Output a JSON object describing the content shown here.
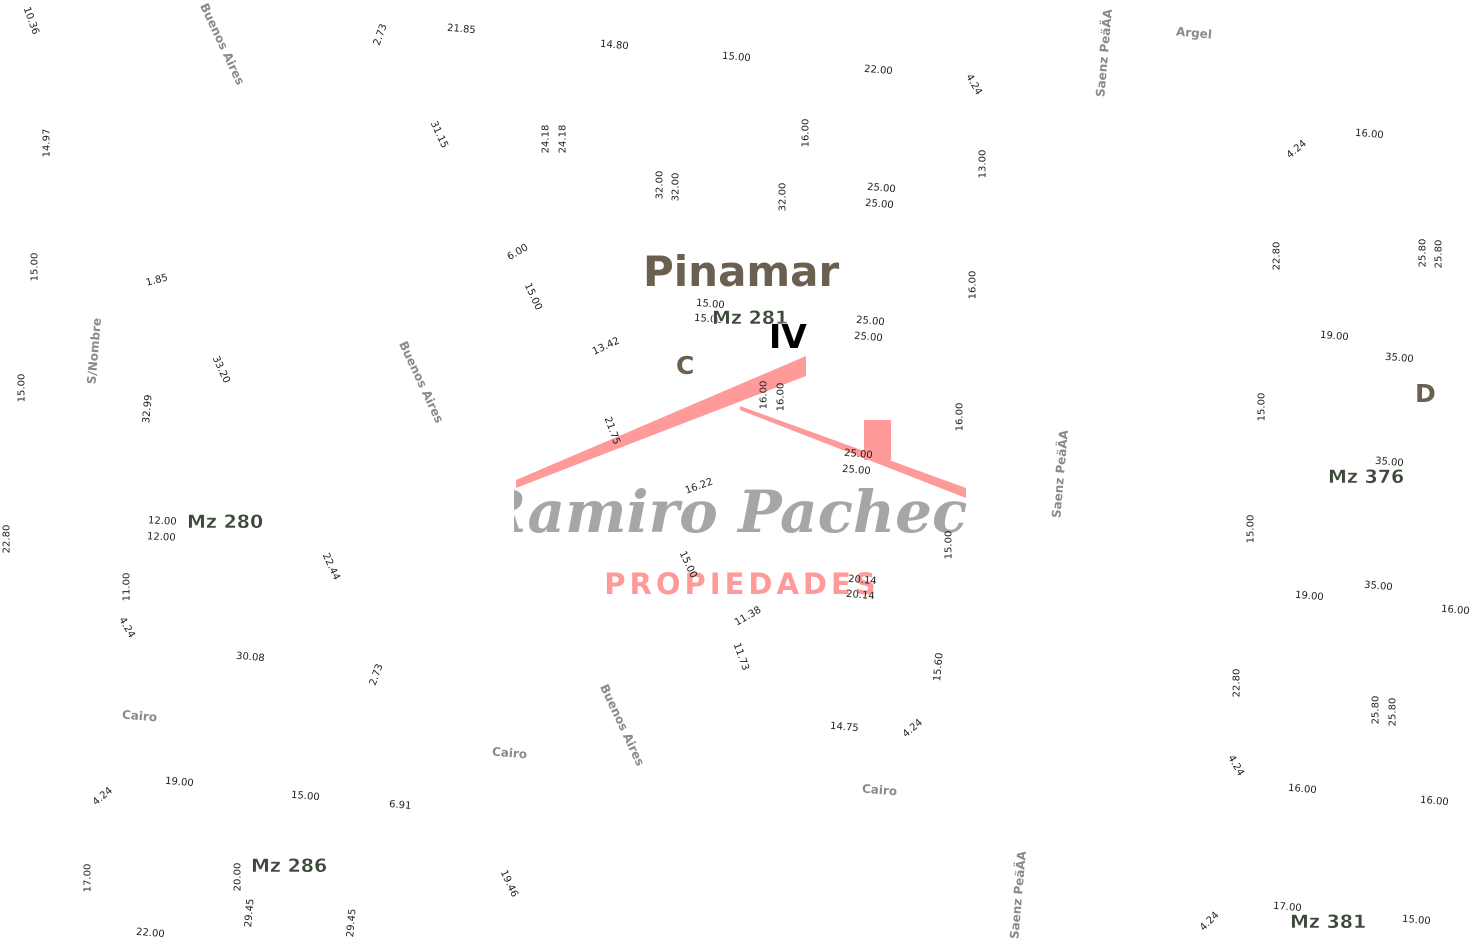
{
  "title": "Pinamar",
  "logo": {
    "script_name": "Ramiro Pacheco",
    "subtitle": "PROPIEDADES",
    "roof_color": "#ff9a9a",
    "script_color": "#a6a6a6"
  },
  "zones": [
    "C",
    "IV",
    "D"
  ],
  "blocks": [
    "Mz 281",
    "Mz 280",
    "Mz 376",
    "Mz 286",
    "Mz 381"
  ],
  "streets": [
    "Buenos Aires",
    "Buenos Aires",
    "Buenos Aires",
    "Saenz PeäÄA",
    "Saenz PeäÄA",
    "Saenz PeäÄA",
    "Argel",
    "S/Nombre",
    "Cairo",
    "Cairo",
    "Cairo"
  ],
  "dims": [
    "10.36",
    "2.73",
    "21.85",
    "14.80",
    "15.00",
    "22.00",
    "4.24",
    "14.97",
    "31.15",
    "24.18",
    "24.18",
    "16.00",
    "13.00",
    "4.24",
    "16.00",
    "32.00",
    "32.00",
    "32.00",
    "25.00",
    "25.00",
    "15.00",
    "1.85",
    "6.00",
    "15.00",
    "16.00",
    "22.80",
    "25.80",
    "25.80",
    "15.00",
    "15.00",
    "25.00",
    "25.00",
    "19.00",
    "35.00",
    "15.00",
    "33.20",
    "13.42",
    "16.00",
    "16.00",
    "32.99",
    "16.00",
    "15.00",
    "21.75",
    "25.00",
    "25.00",
    "35.00",
    "16.22",
    "22.80",
    "12.00",
    "12.00",
    "15.00",
    "15.00",
    "22.44",
    "11.00",
    "20.14",
    "20.14",
    "19.00",
    "35.00",
    "16.00",
    "4.24",
    "11.38",
    "30.08",
    "2.73",
    "11.73",
    "15.60",
    "22.80",
    "25.80",
    "25.80",
    "14.75",
    "4.24",
    "4.24",
    "16.00",
    "16.00",
    "19.00",
    "4.24",
    "15.00",
    "6.91",
    "17.00",
    "20.00",
    "19.46",
    "29.45",
    "29.45",
    "22.00",
    "4.24",
    "17.00",
    "15.00"
  ]
}
